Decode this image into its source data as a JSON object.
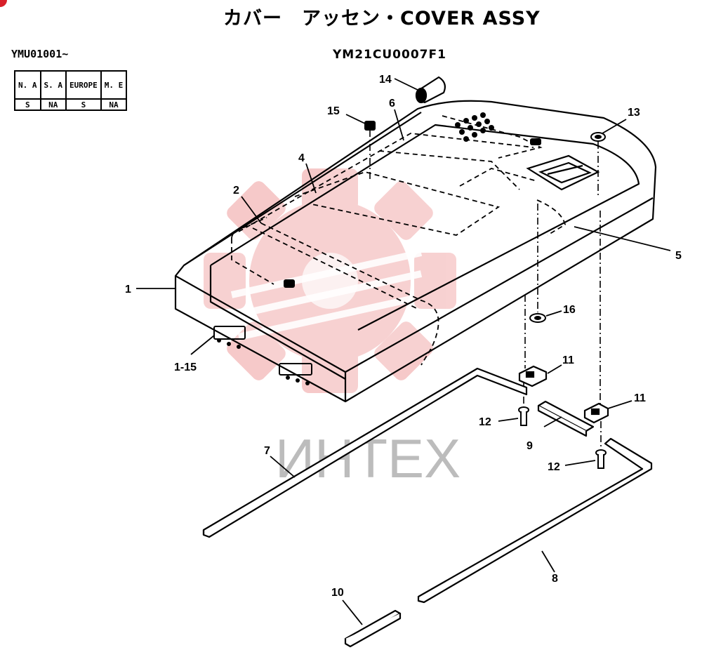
{
  "title": "カバー　アッセン・COVER ASSY",
  "serial_from": "YMU01001~",
  "drawing_number": "YM21CU0007F1",
  "region_table": {
    "headers": [
      "N. A",
      "S. A",
      "EUROPE",
      "M. E"
    ],
    "values": [
      "S",
      "NA",
      "S",
      "NA"
    ]
  },
  "callouts": {
    "c1": "1",
    "c1_15": "1-15",
    "c2": "2",
    "c4": "4",
    "c5": "5",
    "c6": "6",
    "c7": "7",
    "c8": "8",
    "c9": "9",
    "c10": "10",
    "c11a": "11",
    "c11b": "11",
    "c12a": "12",
    "c12b": "12",
    "c13": "13",
    "c14": "14",
    "c15": "15",
    "c16": "16"
  },
  "watermark": "ИНТЕХ",
  "colors": {
    "watermark_red": "#f4b8b8",
    "badge": "#d8202a",
    "line": "#000000"
  }
}
